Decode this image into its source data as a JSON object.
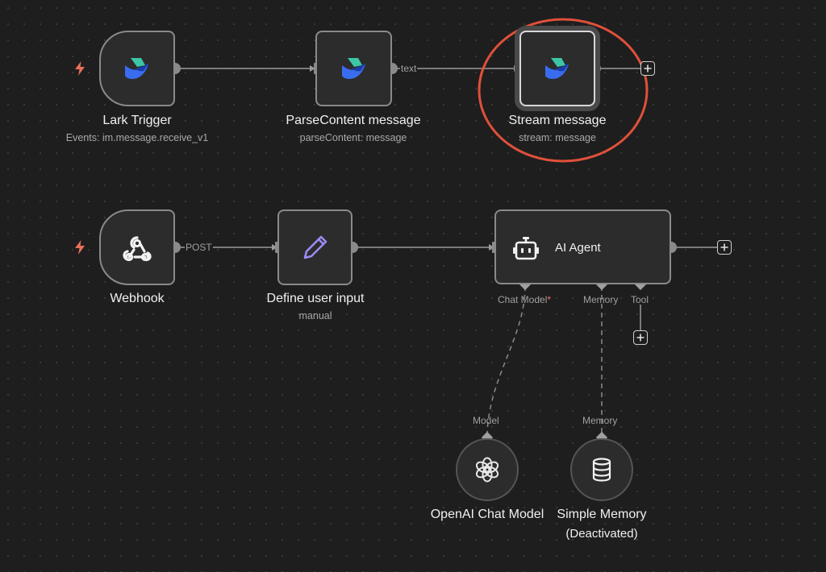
{
  "nodes": {
    "lark_trigger": {
      "title": "Lark Trigger",
      "subtitle": "Events: im.message.receive_v1"
    },
    "parse_content": {
      "title": "ParseContent message",
      "subtitle": "parseContent: message"
    },
    "stream_message": {
      "title": "Stream message",
      "subtitle": "stream: message"
    },
    "webhook": {
      "title": "Webhook"
    },
    "define_input": {
      "title": "Define user input",
      "subtitle": "manual"
    },
    "ai_agent": {
      "title": "AI Agent"
    },
    "openai_model": {
      "title": "OpenAI Chat Model"
    },
    "simple_memory": {
      "title": "Simple Memory",
      "subtitle": "(Deactivated)"
    }
  },
  "connections": {
    "text_label": "text",
    "post_label": "POST"
  },
  "agent_handles": {
    "chat_model": "Chat Model",
    "required_mark": "*",
    "memory": "Memory",
    "tool": "Tool"
  },
  "sub_handles": {
    "model": "Model",
    "memory": "Memory"
  },
  "icons": {
    "lark": "lark-logo-icon",
    "webhook": "webhook-icon",
    "pen": "pen-icon",
    "robot": "robot-icon",
    "openai": "openai-logo-icon",
    "database": "database-icon",
    "bolt": "lightning-bolt-icon",
    "plus": "plus-icon"
  },
  "colors": {
    "canvas": "#1e1e1e",
    "trigger_bolt": "#e8705b",
    "highlight_ring": "#e0503a",
    "pen": "#9a8cf5",
    "required": "#ff6b6b"
  }
}
